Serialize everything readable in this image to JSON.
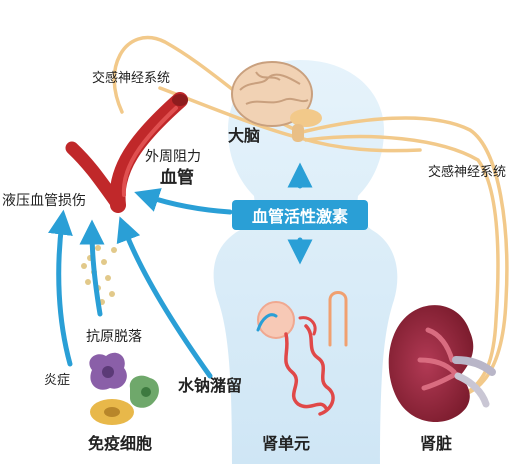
{
  "labels": {
    "sympathetic_left": "交感神经系统",
    "sympathetic_right": "交感神经系统",
    "brain": "大脑",
    "peripheral_resistance": "外周阻力",
    "blood_vessel": "血管",
    "vascular_damage": "液压血管损伤",
    "vasoactive_hormone": "血管活性激素",
    "antigen_shedding": "抗原脱落",
    "inflammation": "炎症",
    "water_sodium_retention": "水钠潴留",
    "immune_cells": "免疫细胞",
    "nephron": "肾单元",
    "kidney": "肾脏"
  },
  "colors": {
    "arrow": "#2a9fd6",
    "hormone_badge": "#2a9fd6",
    "nerve": "#f2c98a",
    "vessel": "#c0282a",
    "silhouette": "#d9ecf8",
    "kidney": "#8e2135",
    "dots": "#e2c98a"
  }
}
